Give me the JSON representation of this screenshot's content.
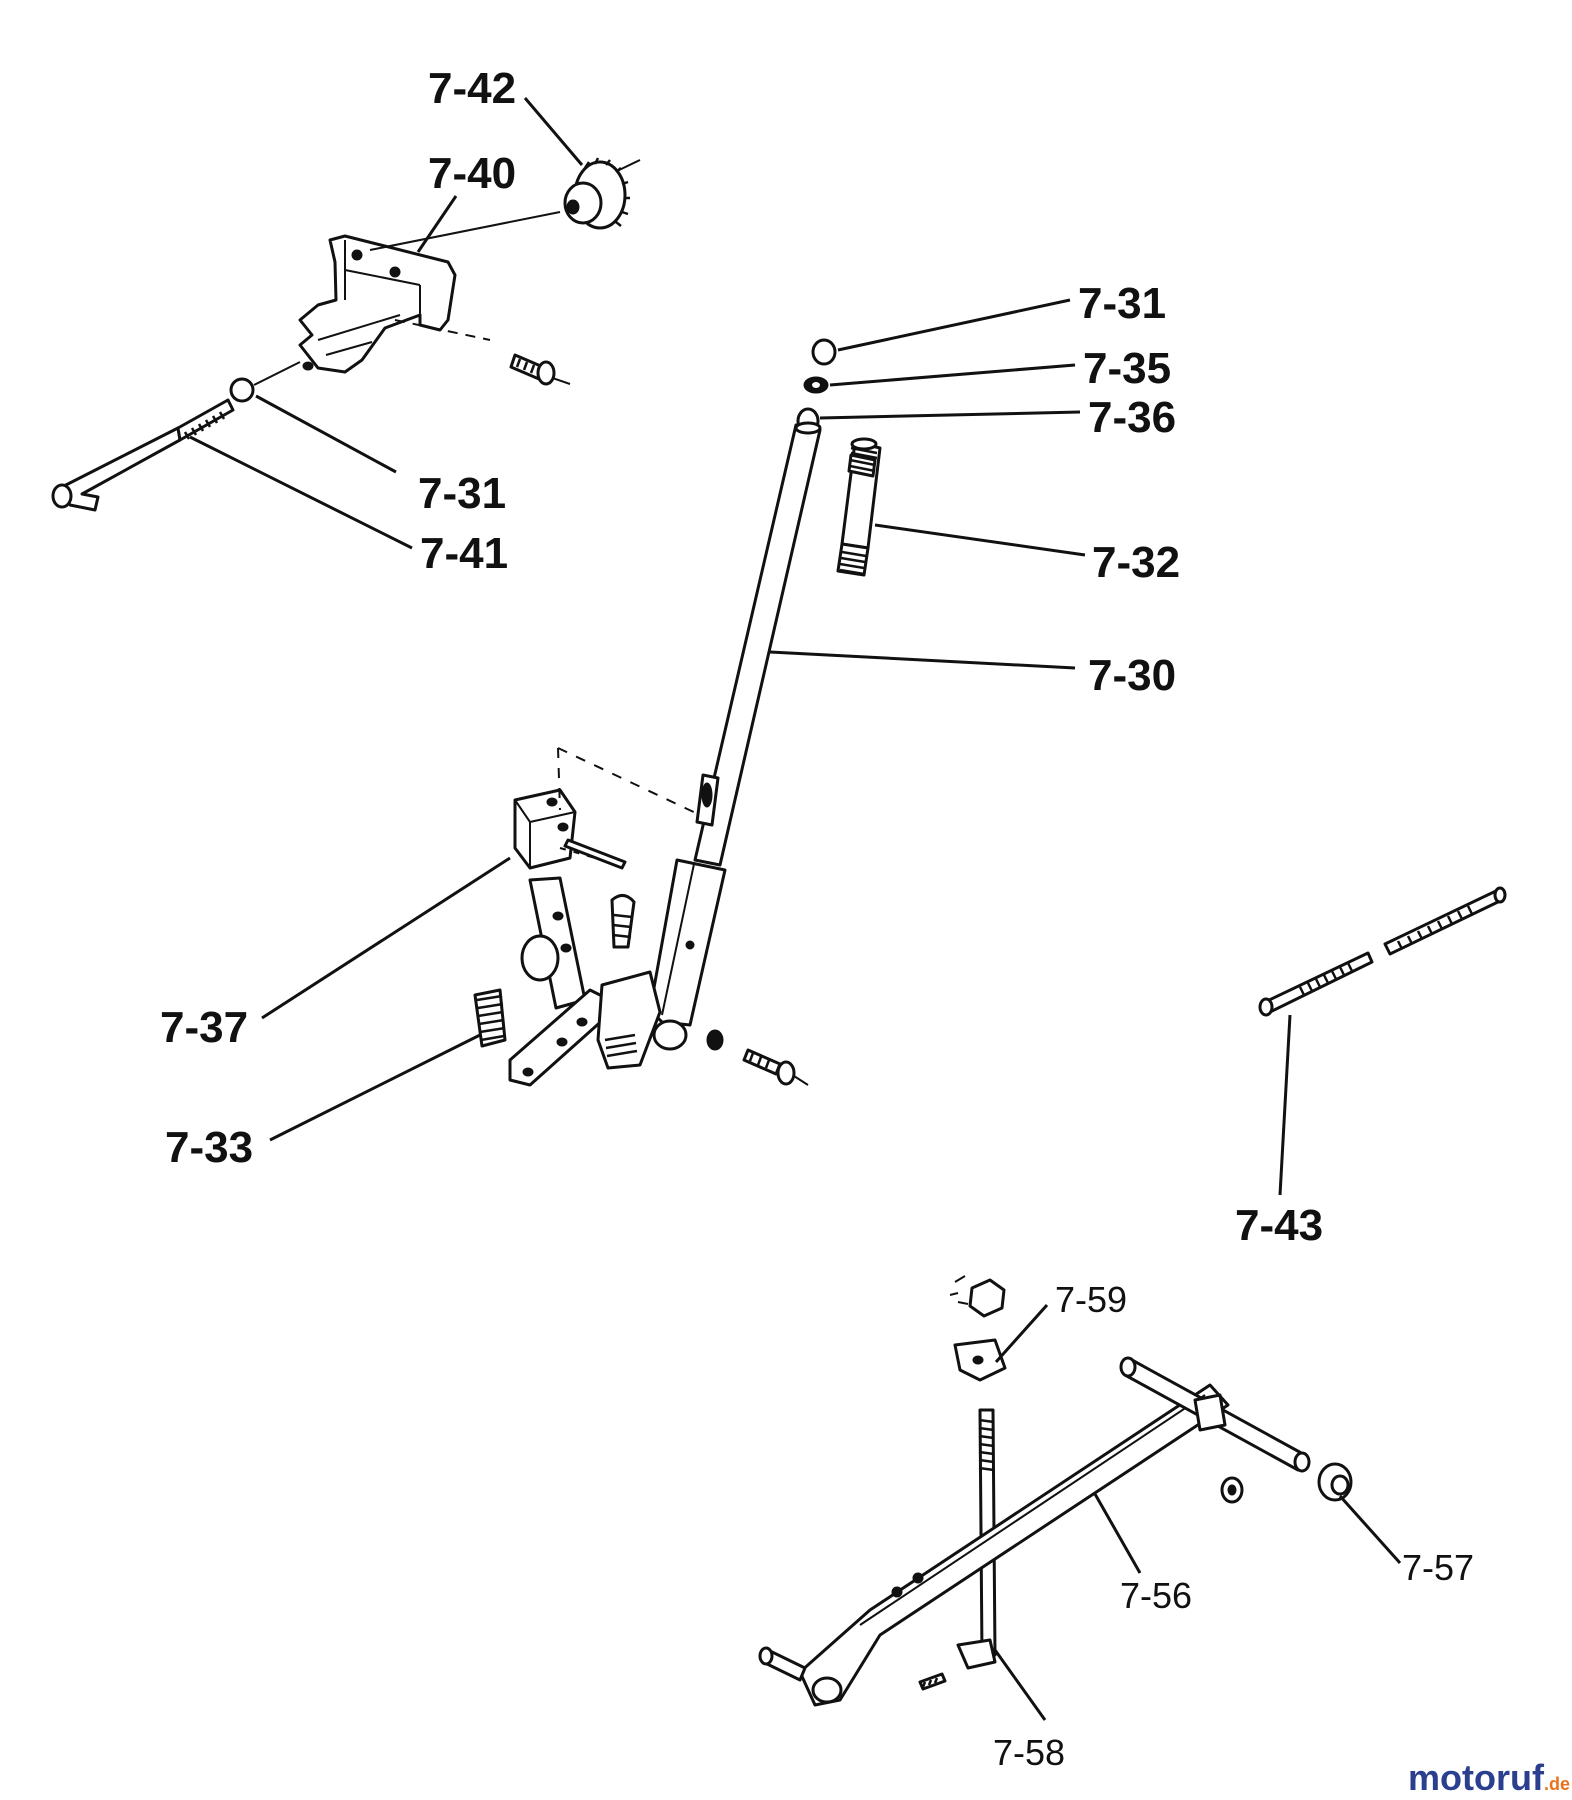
{
  "labels": {
    "l_7_42": "7-42",
    "l_7_40": "7-40",
    "l_7_31a": "7-31",
    "l_7_35": "7-35",
    "l_7_36": "7-36",
    "l_7_31b": "7-31",
    "l_7_41": "7-41",
    "l_7_32": "7-32",
    "l_7_30": "7-30",
    "l_7_37": "7-37",
    "l_7_33": "7-33",
    "l_7_43": "7-43",
    "l_7_59": "7-59",
    "l_7_57": "7-57",
    "l_7_56": "7-56",
    "l_7_58": "7-58"
  },
  "watermark": {
    "brand": "motoruf",
    "tld": ".de"
  },
  "colors": {
    "ink": "#111111",
    "brand_blue": "#2b3f8f",
    "brand_orange": "#e8731c"
  }
}
